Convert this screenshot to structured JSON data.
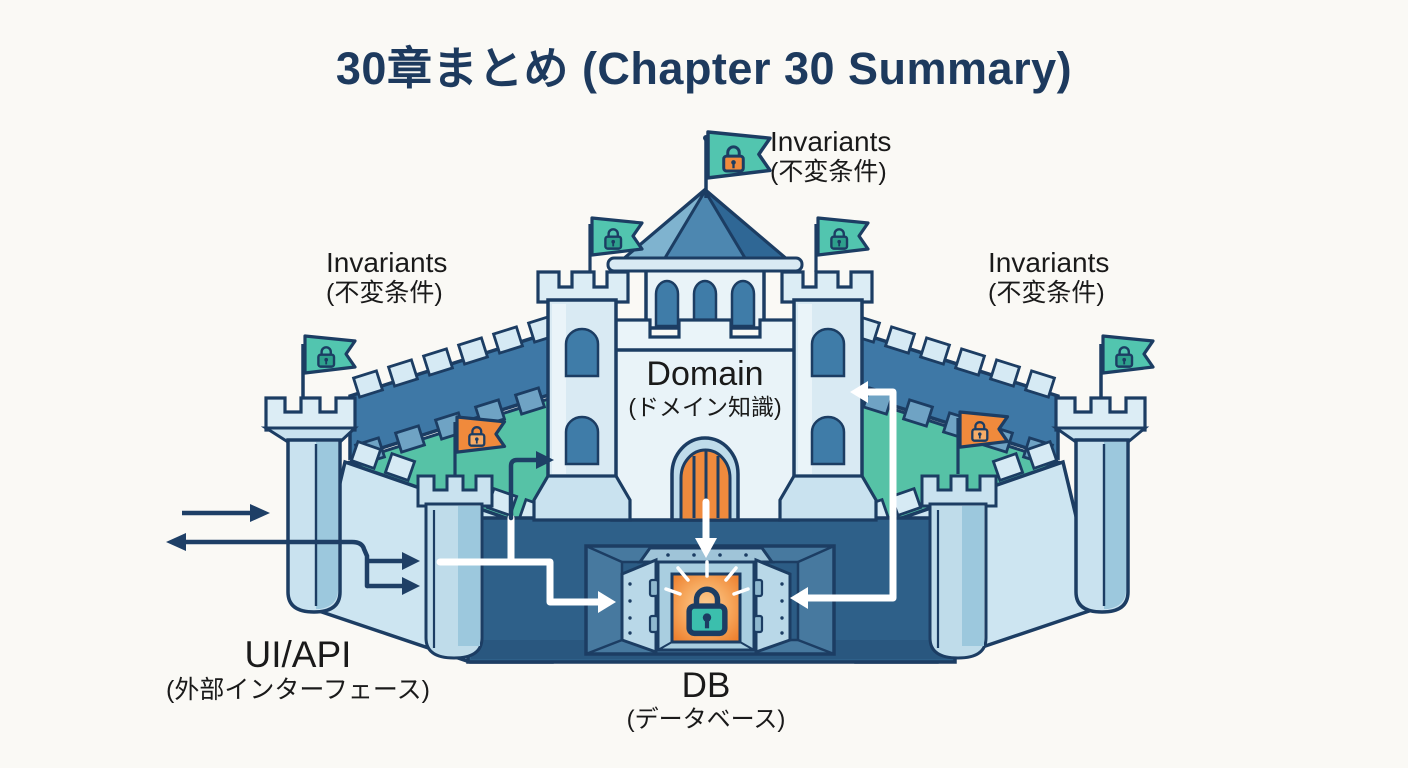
{
  "title": "30章まとめ (Chapter 30 Summary)",
  "labels": {
    "invariants_top": {
      "en": "Invariants",
      "ja": "(不変条件)"
    },
    "invariants_left": {
      "en": "Invariants",
      "ja": "(不変条件)"
    },
    "invariants_right": {
      "en": "Invariants",
      "ja": "(不変条件)"
    },
    "domain": {
      "en": "Domain",
      "ja": "(ドメイン知識)"
    },
    "ui_api": {
      "en": "UI/API",
      "ja": "(外部インターフェース)"
    },
    "db": {
      "en": "DB",
      "ja": "(データベース)"
    }
  },
  "colors": {
    "background": "#FAF9F5",
    "outline_navy": "#1C3D63",
    "title_navy": "#1D3A5E",
    "wall_top_blue": "#3E78A6",
    "wall_face_light": "#CDE5F1",
    "keep_facade": "#E9F3F8",
    "courtyard_teal": "#56C2A6",
    "basement_blue": "#2E6089",
    "teal_flag": "#52C5AF",
    "orange": "#F08A3C",
    "vault_lock_teal": "#3BBFAD",
    "window_blue": "#3F7CA8",
    "arrow_white": "#FFFFFF",
    "arrow_navy": "#1E3F66"
  },
  "icons": {
    "flags": [
      {
        "name": "keep-top-flag-lock-icon",
        "flag_color": "#52C5AF",
        "lock_color": "#F08A3C"
      },
      {
        "name": "keep-left-turret-flag-lock-icon",
        "flag_color": "#52C5AF",
        "lock_color": "#2EA08C"
      },
      {
        "name": "keep-right-turret-flag-lock-icon",
        "flag_color": "#52C5AF",
        "lock_color": "#2EA08C"
      },
      {
        "name": "outer-left-tower-flag-lock-icon",
        "flag_color": "#52C5AF",
        "lock_color": "#2EA08C"
      },
      {
        "name": "outer-right-tower-flag-lock-icon",
        "flag_color": "#52C5AF",
        "lock_color": "#2EA08C"
      },
      {
        "name": "inner-left-tower-flag-lock-icon",
        "flag_color": "#F08A3C",
        "lock_color": "#F6AC67"
      },
      {
        "name": "inner-right-tower-flag-lock-icon",
        "flag_color": "#F08A3C",
        "lock_color": "#F6AC67"
      }
    ],
    "vault": {
      "name": "db-vault-lock-icon",
      "lock_color": "#3BBFAD"
    }
  }
}
